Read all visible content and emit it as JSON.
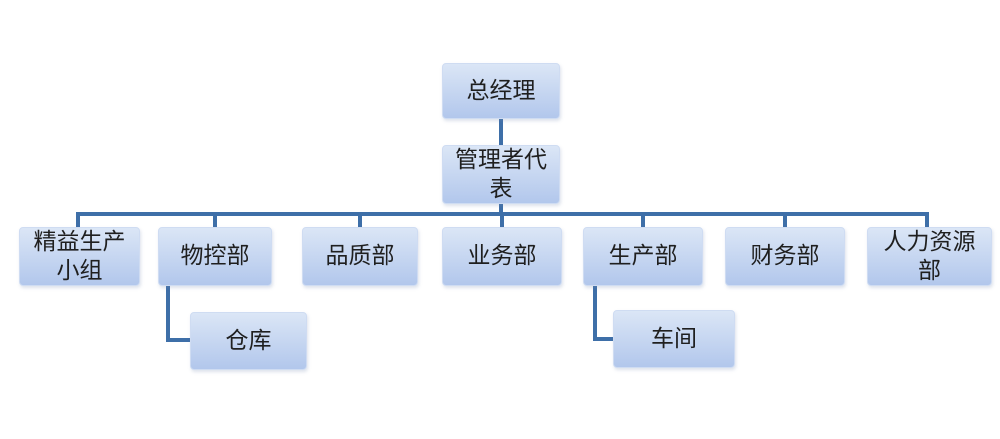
{
  "chart_title": "",
  "colors": {
    "box_fill_top": "#dbe6f6",
    "box_fill_bottom": "#b2c7ec",
    "box_border": "#cfdcf2",
    "connector": "#3e6fa8",
    "text": "#1f1f1f",
    "background": "#ffffff"
  },
  "nodes": {
    "general_manager": {
      "label": "总经理"
    },
    "management_rep": {
      "label": "管理者代表"
    },
    "lean_production_team": {
      "label": "精益生产小组"
    },
    "material_control_dept": {
      "label": "物控部"
    },
    "quality_dept": {
      "label": "品质部"
    },
    "business_dept": {
      "label": "业务部"
    },
    "production_dept": {
      "label": "生产部"
    },
    "finance_dept": {
      "label": "财务部"
    },
    "hr_dept": {
      "label": "人力资源部"
    },
    "warehouse": {
      "label": "仓库"
    },
    "workshop": {
      "label": "车间"
    }
  },
  "edges": [
    [
      "general_manager",
      "management_rep"
    ],
    [
      "management_rep",
      "lean_production_team"
    ],
    [
      "management_rep",
      "material_control_dept"
    ],
    [
      "management_rep",
      "quality_dept"
    ],
    [
      "management_rep",
      "business_dept"
    ],
    [
      "management_rep",
      "production_dept"
    ],
    [
      "management_rep",
      "finance_dept"
    ],
    [
      "management_rep",
      "hr_dept"
    ],
    [
      "material_control_dept",
      "warehouse"
    ],
    [
      "production_dept",
      "workshop"
    ]
  ]
}
